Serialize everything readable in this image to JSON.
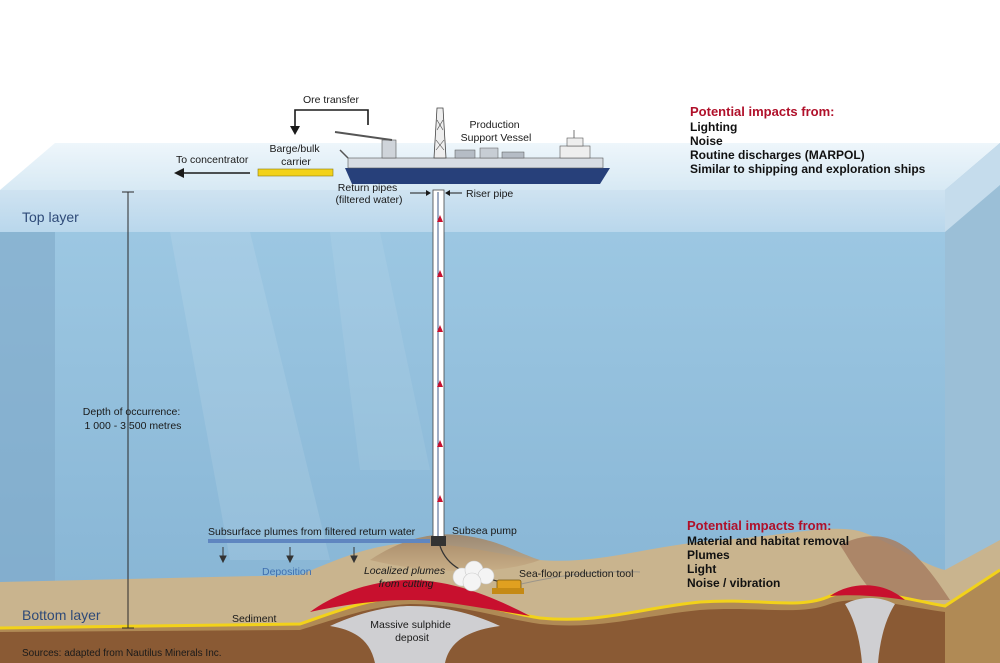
{
  "labels": {
    "ore_transfer": "Ore transfer",
    "production_vessel": [
      "Production",
      "Support Vessel"
    ],
    "barge": [
      "Barge/bulk",
      "carrier"
    ],
    "to_concentrator": "To concentrator",
    "return_pipes": [
      "Return pipes",
      "(filtered water)"
    ],
    "riser_pipe": "Riser pipe",
    "top_layer": "Top layer",
    "bottom_layer": "Bottom layer",
    "depth": [
      "Depth of occurrence:",
      "1 000 - 3 500 metres"
    ],
    "subsurface_plumes": "Subsurface plumes from filtered return water",
    "subsea_pump": "Subsea pump",
    "deposition": "Deposition",
    "localized_plumes": [
      "Localized plumes",
      "from cutting"
    ],
    "seafloor_tool": "Sea-floor production tool",
    "sediment": "Sediment",
    "massive_deposit": [
      "Massive sulphide",
      "deposit"
    ],
    "sources": "Sources: adapted from Nautilus Minerals Inc."
  },
  "impacts_top": {
    "heading": "Potential impacts from:",
    "items": [
      "Lighting",
      "Noise",
      "Routine discharges (MARPOL)",
      "Similar to shipping and exploration ships"
    ]
  },
  "impacts_bottom": {
    "heading": "Potential impacts from:",
    "items": [
      "Material and habitat removal",
      "Plumes",
      "Light",
      "Noise / vibration"
    ]
  },
  "colors": {
    "heading_red": "#b0102a",
    "layer_blue": "#2e4a78",
    "vessel_hull": "#27407a",
    "sediment_line": "#f2d21a",
    "deposit_red": "#c8102e"
  }
}
